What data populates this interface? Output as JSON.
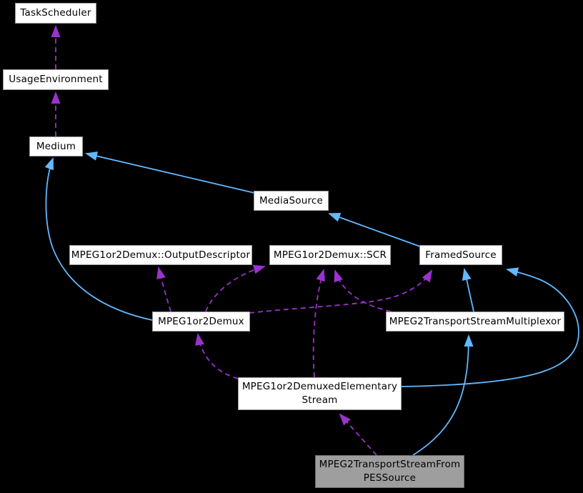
{
  "diagram": {
    "type": "doxygen-collaboration-graph",
    "focus_class": "MPEG2TransportStreamFromPESSource"
  },
  "nodes": {
    "taskscheduler": {
      "label": "TaskScheduler"
    },
    "usageenvironment": {
      "label": "UsageEnvironment"
    },
    "medium": {
      "label": "Medium"
    },
    "mediasource": {
      "label": "MediaSource"
    },
    "outputdescriptor": {
      "label": "MPEG1or2Demux::OutputDescriptor"
    },
    "scr": {
      "label": "MPEG1or2Demux::SCR"
    },
    "framedsource": {
      "label": "FramedSource"
    },
    "demux": {
      "label": "MPEG1or2Demux"
    },
    "multiplexor": {
      "label": "MPEG2TransportStreamMultiplexor"
    },
    "stream": {
      "label": "MPEG1or2DemuxedElementary\nStream"
    },
    "pessource": {
      "label": "MPEG2TransportStreamFrom\nPESSource",
      "highlighted": true
    }
  },
  "edges": [
    {
      "from": "Medium",
      "to": "UsageEnvironment",
      "type": "usage"
    },
    {
      "from": "UsageEnvironment",
      "to": "TaskScheduler",
      "type": "usage"
    },
    {
      "from": "MediaSource",
      "to": "Medium",
      "type": "inheritance"
    },
    {
      "from": "MPEG1or2Demux",
      "to": "Medium",
      "type": "inheritance"
    },
    {
      "from": "FramedSource",
      "to": "MediaSource",
      "type": "inheritance"
    },
    {
      "from": "MPEG1or2Demux",
      "to": "MPEG1or2Demux::OutputDescriptor",
      "type": "usage"
    },
    {
      "from": "MPEG1or2Demux",
      "to": "MPEG1or2Demux::SCR",
      "type": "usage"
    },
    {
      "from": "MPEG1or2Demux",
      "to": "FramedSource",
      "type": "usage"
    },
    {
      "from": "MPEG1or2DemuxedElementaryStream",
      "to": "MPEG1or2Demux::SCR",
      "type": "usage"
    },
    {
      "from": "MPEG2TransportStreamMultiplexor",
      "to": "MPEG1or2Demux::SCR",
      "type": "usage"
    },
    {
      "from": "MPEG2TransportStreamMultiplexor",
      "to": "FramedSource",
      "type": "inheritance"
    },
    {
      "from": "MPEG1or2DemuxedElementaryStream",
      "to": "FramedSource",
      "type": "inheritance"
    },
    {
      "from": "MPEG1or2DemuxedElementaryStream",
      "to": "MPEG1or2Demux",
      "type": "usage"
    },
    {
      "from": "MPEG2TransportStreamFromPESSource",
      "to": "MPEG2TransportStreamMultiplexor",
      "type": "inheritance"
    },
    {
      "from": "MPEG2TransportStreamFromPESSource",
      "to": "MPEG1or2DemuxedElementaryStream",
      "type": "usage"
    }
  ],
  "legend": {
    "inheritance_color": "#63b8ff",
    "usage_color": "#9a32cd",
    "node_fill": "#ffffff",
    "node_border": "#9a9a9a",
    "highlight_fill": "#9e9e9e",
    "background": "#000000"
  }
}
